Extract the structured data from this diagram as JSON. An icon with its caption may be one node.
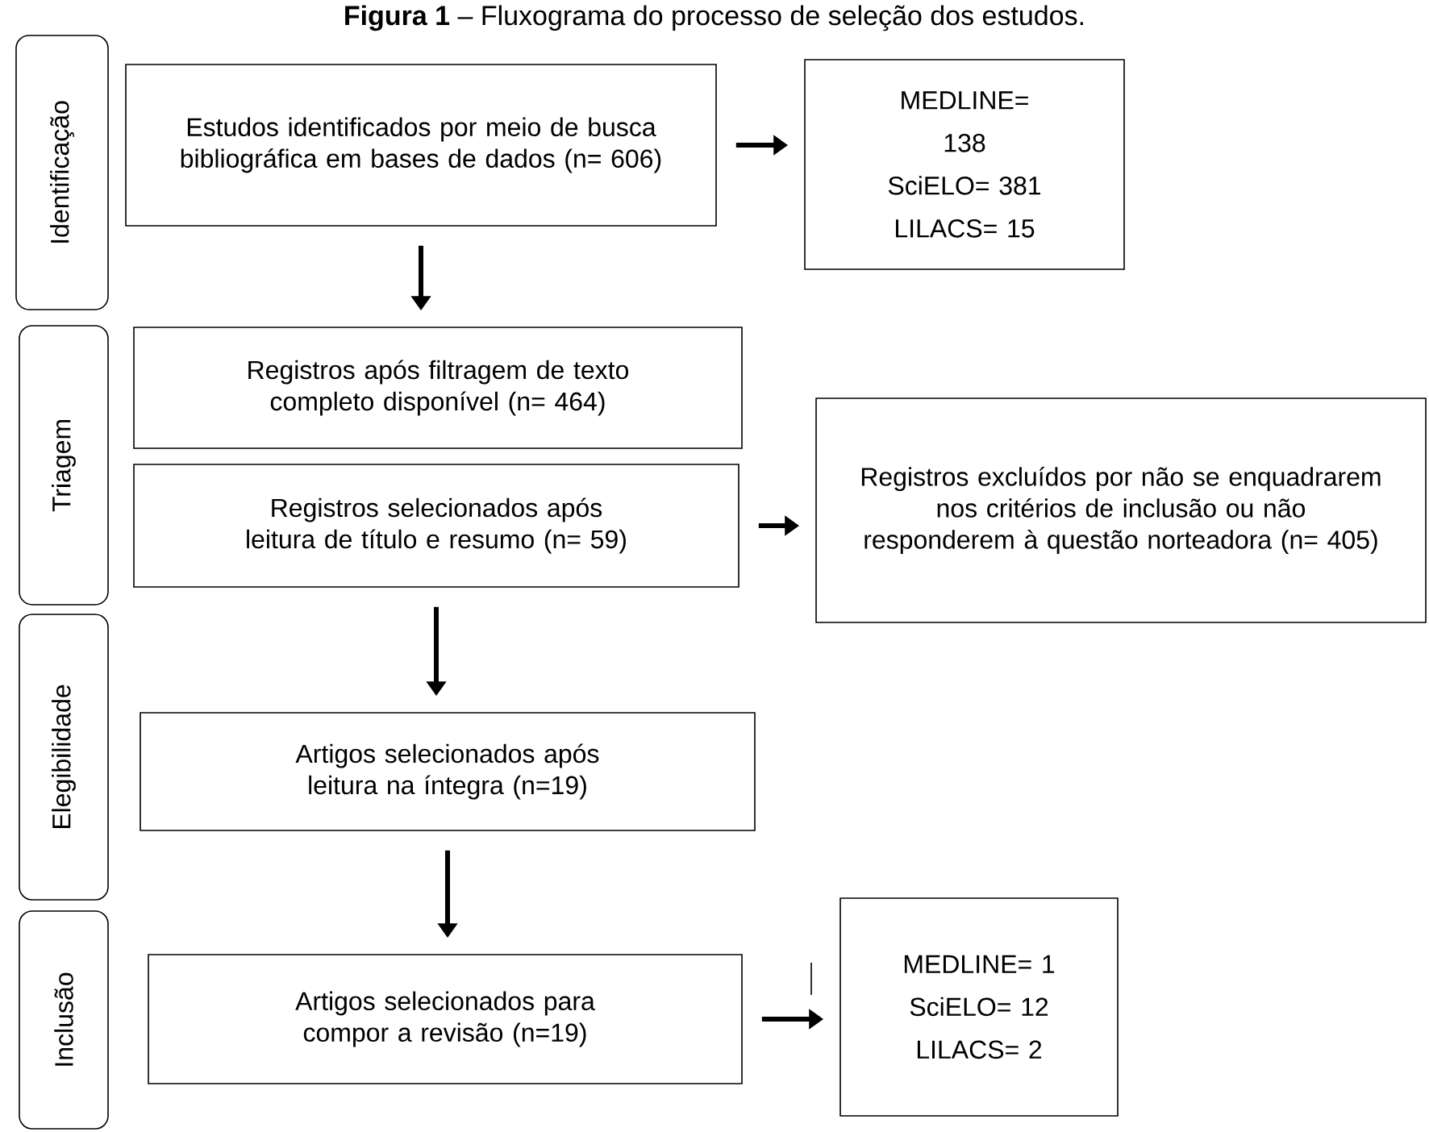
{
  "diagram": {
    "title": "**Figura 1** – Fluxograma do processo de seleção dos estudos.",
    "nodes": [
      {
        "text": [
          "Identificação"
        ]
      },
      {
        "text": [
          "Triagem"
        ]
      },
      {
        "text": [
          "Elegibilidade"
        ]
      },
      {
        "text": [
          "Inclusão"
        ]
      },
      {
        "text": [
          "Estudos identificados por meio de busca bibliográfica em bases de dados (n= 606)"
        ]
      },
      {
        "text": [
          "MEDLINE= 138 SciELO= 381 LILACS= 15"
        ]
      },
      {
        "text": [
          "Registros após filtragem de texto completo disponível (n= 464)"
        ]
      },
      {
        "text": [
          "Registros selecionados após leitura de título e resumo (n= 59)"
        ]
      },
      {
        "text": [
          "Registros excluídos por não se enquadrarem nos critérios de inclusão ou não responderem à questão norteadora (n= 405)"
        ]
      },
      {
        "text": [
          "Artigos selecionados após leitura na íntegra (n=19)"
        ]
      },
      {
        "text": [
          "Artigos selecionados para compor a revisão (n=19)"
        ]
      },
      {
        "text": [
          "MEDLINE= 1 SciELO= 12 LILACS= 2"
        ]
      }
    ],
    "edges": [
      {
        "from": 4,
        "to": 5,
        "arrow": "to"
      },
      {
        "from": 4,
        "to": 6,
        "arrow": "to"
      },
      {
        "from": 7,
        "to": 8,
        "arrow": "to"
      },
      {
        "from": 7,
        "to": 9,
        "arrow": "to"
      },
      {
        "from": 9,
        "to": 10,
        "arrow": "to"
      },
      {
        "from": 10,
        "to": 11,
        "arrow": "to"
      }
    ]
  }
}
